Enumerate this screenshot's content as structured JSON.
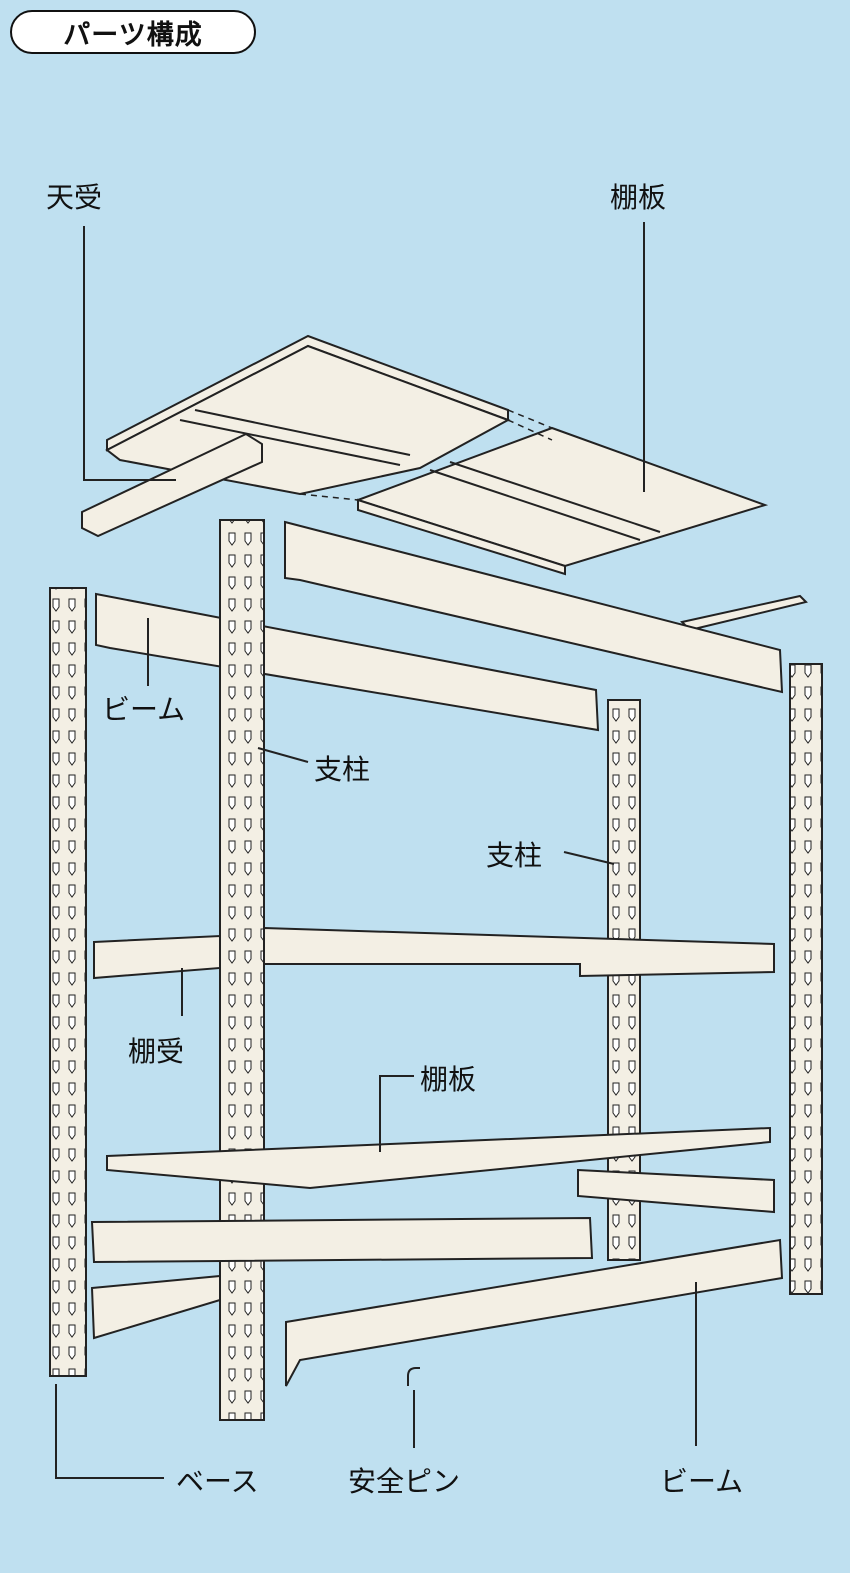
{
  "title": "パーツ構成",
  "colors": {
    "background": "#bfe0f0",
    "part_fill": "#f3efe4",
    "outline": "#222222"
  },
  "labels": {
    "tenuke": "天受",
    "tanaita_top": "棚板",
    "beam_upper": "ビーム",
    "shichu_left": "支柱",
    "shichu_right": "支柱",
    "tanauke": "棚受",
    "tanaita_mid": "棚板",
    "base": "ベース",
    "safety_pin": "安全ピン",
    "beam_lower": "ビーム"
  }
}
